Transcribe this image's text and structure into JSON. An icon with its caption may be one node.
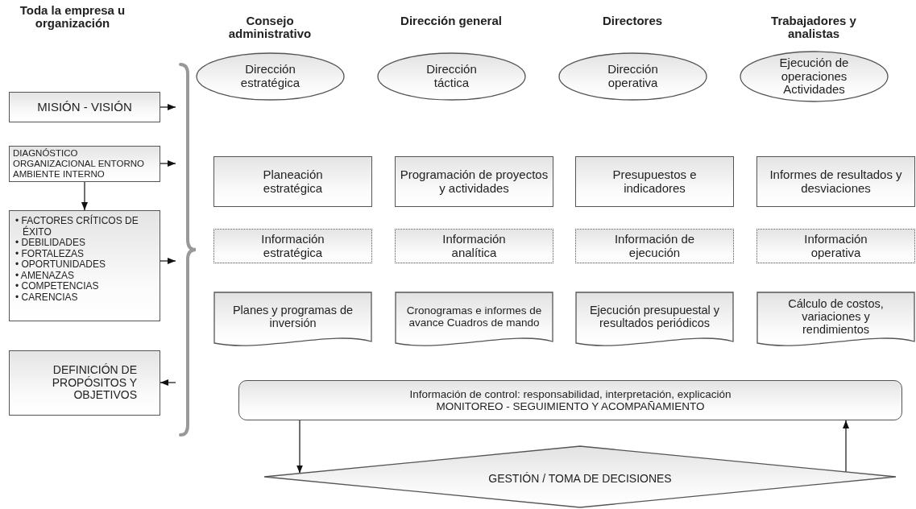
{
  "diagram": {
    "nodes": [
      {
        "text": [
          "MISIÓN - VISIÓN"
        ]
      },
      {
        "text": [
          "DIAGNÓSTICO ORGANIZACIONAL ENTORNO AMBIENTE INTERNO"
        ]
      },
      {
        "text": [
          "• FACTORES CRÍTICOS DE ÉXITO",
          "• DEBILIDADES",
          "• FORTALEZAS",
          "• OPORTUNIDADES",
          "• AMENAZAS",
          "• COMPETENCIAS",
          "• CARENCIAS"
        ]
      },
      {
        "text": [
          "DEFINICIÓN DE PROPÓSITOS Y OBJETIVOS"
        ]
      },
      {
        "text": [],
        "shape": "brace"
      },
      {
        "text": [
          "Dirección estratégica"
        ]
      },
      {
        "text": [
          "Dirección táctica"
        ]
      },
      {
        "text": [
          "Dirección operativa"
        ]
      },
      {
        "text": [
          "Ejecución de operaciones Actividades"
        ]
      },
      {
        "text": [
          "Planeación estratégica"
        ]
      },
      {
        "text": [
          "Programación de proyectos y actividades"
        ]
      },
      {
        "text": [
          "Presupuestos e indicadores"
        ]
      },
      {
        "text": [
          "Informes de resultados y desviaciones"
        ]
      },
      {
        "text": [
          "Información estratégica"
        ]
      },
      {
        "text": [
          "Información analítica"
        ]
      },
      {
        "text": [
          "Información de ejecución"
        ]
      },
      {
        "text": [
          "Información operativa"
        ]
      },
      {
        "text": [
          "Planes y programas de inversión"
        ]
      },
      {
        "text": [
          "Cronogramas e informes de avance Cuadros de mando"
        ]
      },
      {
        "text": [
          "Ejecución presupuestal y resultados periódicos"
        ]
      },
      {
        "text": [
          "Cálculo de costos, variaciones y rendimientos"
        ]
      },
      {
        "text": [
          "Información de control: responsabilidad, interpretación, explicación",
          "MONITOREO - SEGUIMIENTO Y ACOMPAÑAMIENTO"
        ]
      },
      {
        "text": [
          "GESTIÓN / TOMA DE DECISIONES"
        ]
      }
    ],
    "edges": [
      {
        "from": 0,
        "to": 4,
        "arrow": "to"
      },
      {
        "from": 1,
        "to": 4,
        "arrow": "to"
      },
      {
        "from": 1,
        "to": 2,
        "arrow": "to"
      },
      {
        "from": 2,
        "to": 4,
        "arrow": "to"
      },
      {
        "from": 4,
        "to": 3,
        "arrow": "to"
      },
      {
        "from": 21,
        "to": 22,
        "arrow": "to"
      },
      {
        "from": 22,
        "to": 21,
        "arrow": "to"
      }
    ],
    "labels": [
      "Toda la empresa u organización",
      "Consejo administrativo",
      "Dirección general",
      "Directores",
      "Trabajadores y analistas"
    ]
  }
}
